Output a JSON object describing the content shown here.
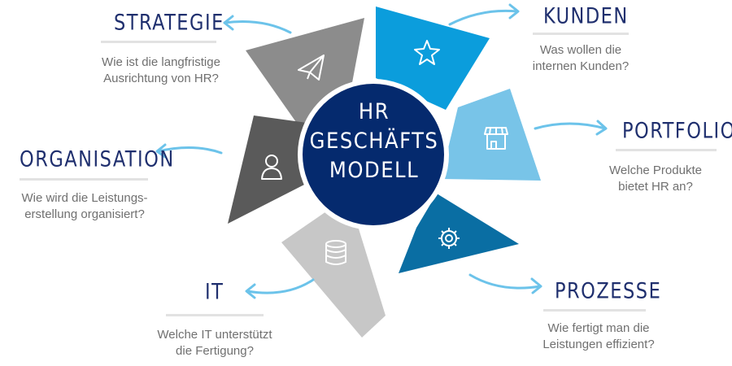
{
  "center": {
    "line1": "HR",
    "line2": "GESCHÄFTS",
    "line3": "MODELL",
    "color": "#052a6e"
  },
  "segments": [
    {
      "key": "strategie",
      "title": "STRATEGIE",
      "line1": "Wie ist die langfristige",
      "line2": "Ausrichtung von HR?",
      "icon": "paper-plane-icon",
      "color": "#8c8c8c"
    },
    {
      "key": "kunden",
      "title": "KUNDEN",
      "line1": "Was wollen die",
      "line2": "internen Kunden?",
      "icon": "star-icon",
      "color": "#0b9ddc"
    },
    {
      "key": "portfolio",
      "title": "PORTFOLIO",
      "line1": "Welche Produkte",
      "line2": "bietet HR an?",
      "icon": "store-icon",
      "color": "#78c4e8"
    },
    {
      "key": "prozesse",
      "title": "PROZESSE",
      "line1": "Wie fertigt man die",
      "line2": "Leistungen effizient?",
      "icon": "gear-icon",
      "color": "#0a6ea3"
    },
    {
      "key": "it",
      "title": "IT",
      "line1": "Welche IT unterstützt",
      "line2": "die Fertigung?",
      "icon": "database-icon",
      "color": "#c7c7c7"
    },
    {
      "key": "organisation",
      "title": "ORGANISATION",
      "line1": "Wie wird die Leistungs-",
      "line2": "erstellung organisiert?",
      "icon": "person-icon",
      "color": "#5a5a5a"
    }
  ],
  "arrow_color": "#6cc3ea"
}
